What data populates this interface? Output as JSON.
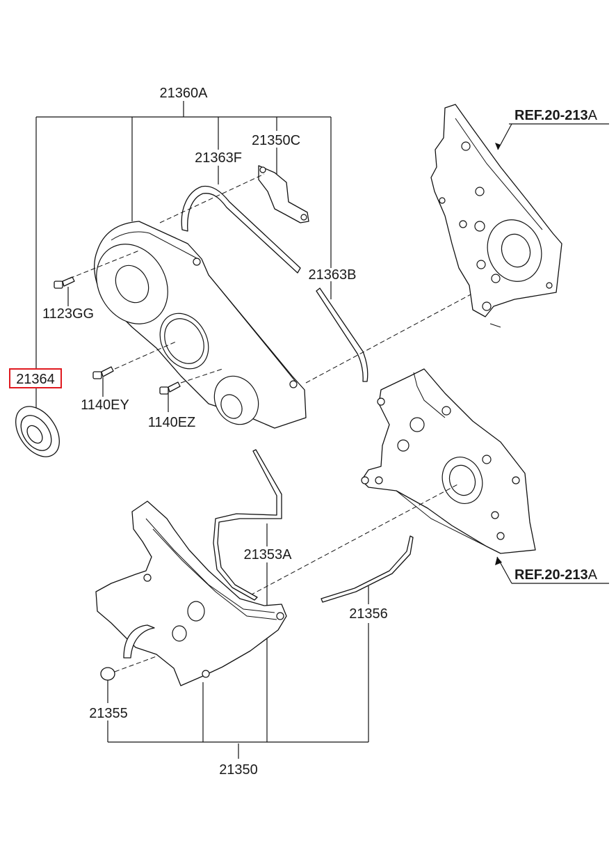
{
  "labels": {
    "p21360A": "21360A",
    "p21350C": "21350C",
    "p21363F": "21363F",
    "p21363B": "21363B",
    "p1123GG": "1123GG",
    "p21364": "21364",
    "p1140EY": "1140EY",
    "p1140EZ": "1140EZ",
    "p21353A": "21353A",
    "p21356": "21356",
    "p21355": "21355",
    "p21350": "21350"
  },
  "refs": {
    "top": {
      "bold": "REF.20-213",
      "suffix": "A"
    },
    "bottom": {
      "bold": "REF.20-213",
      "suffix": "A"
    }
  },
  "highlight": {
    "part": "21364",
    "color": "#e0191f"
  }
}
